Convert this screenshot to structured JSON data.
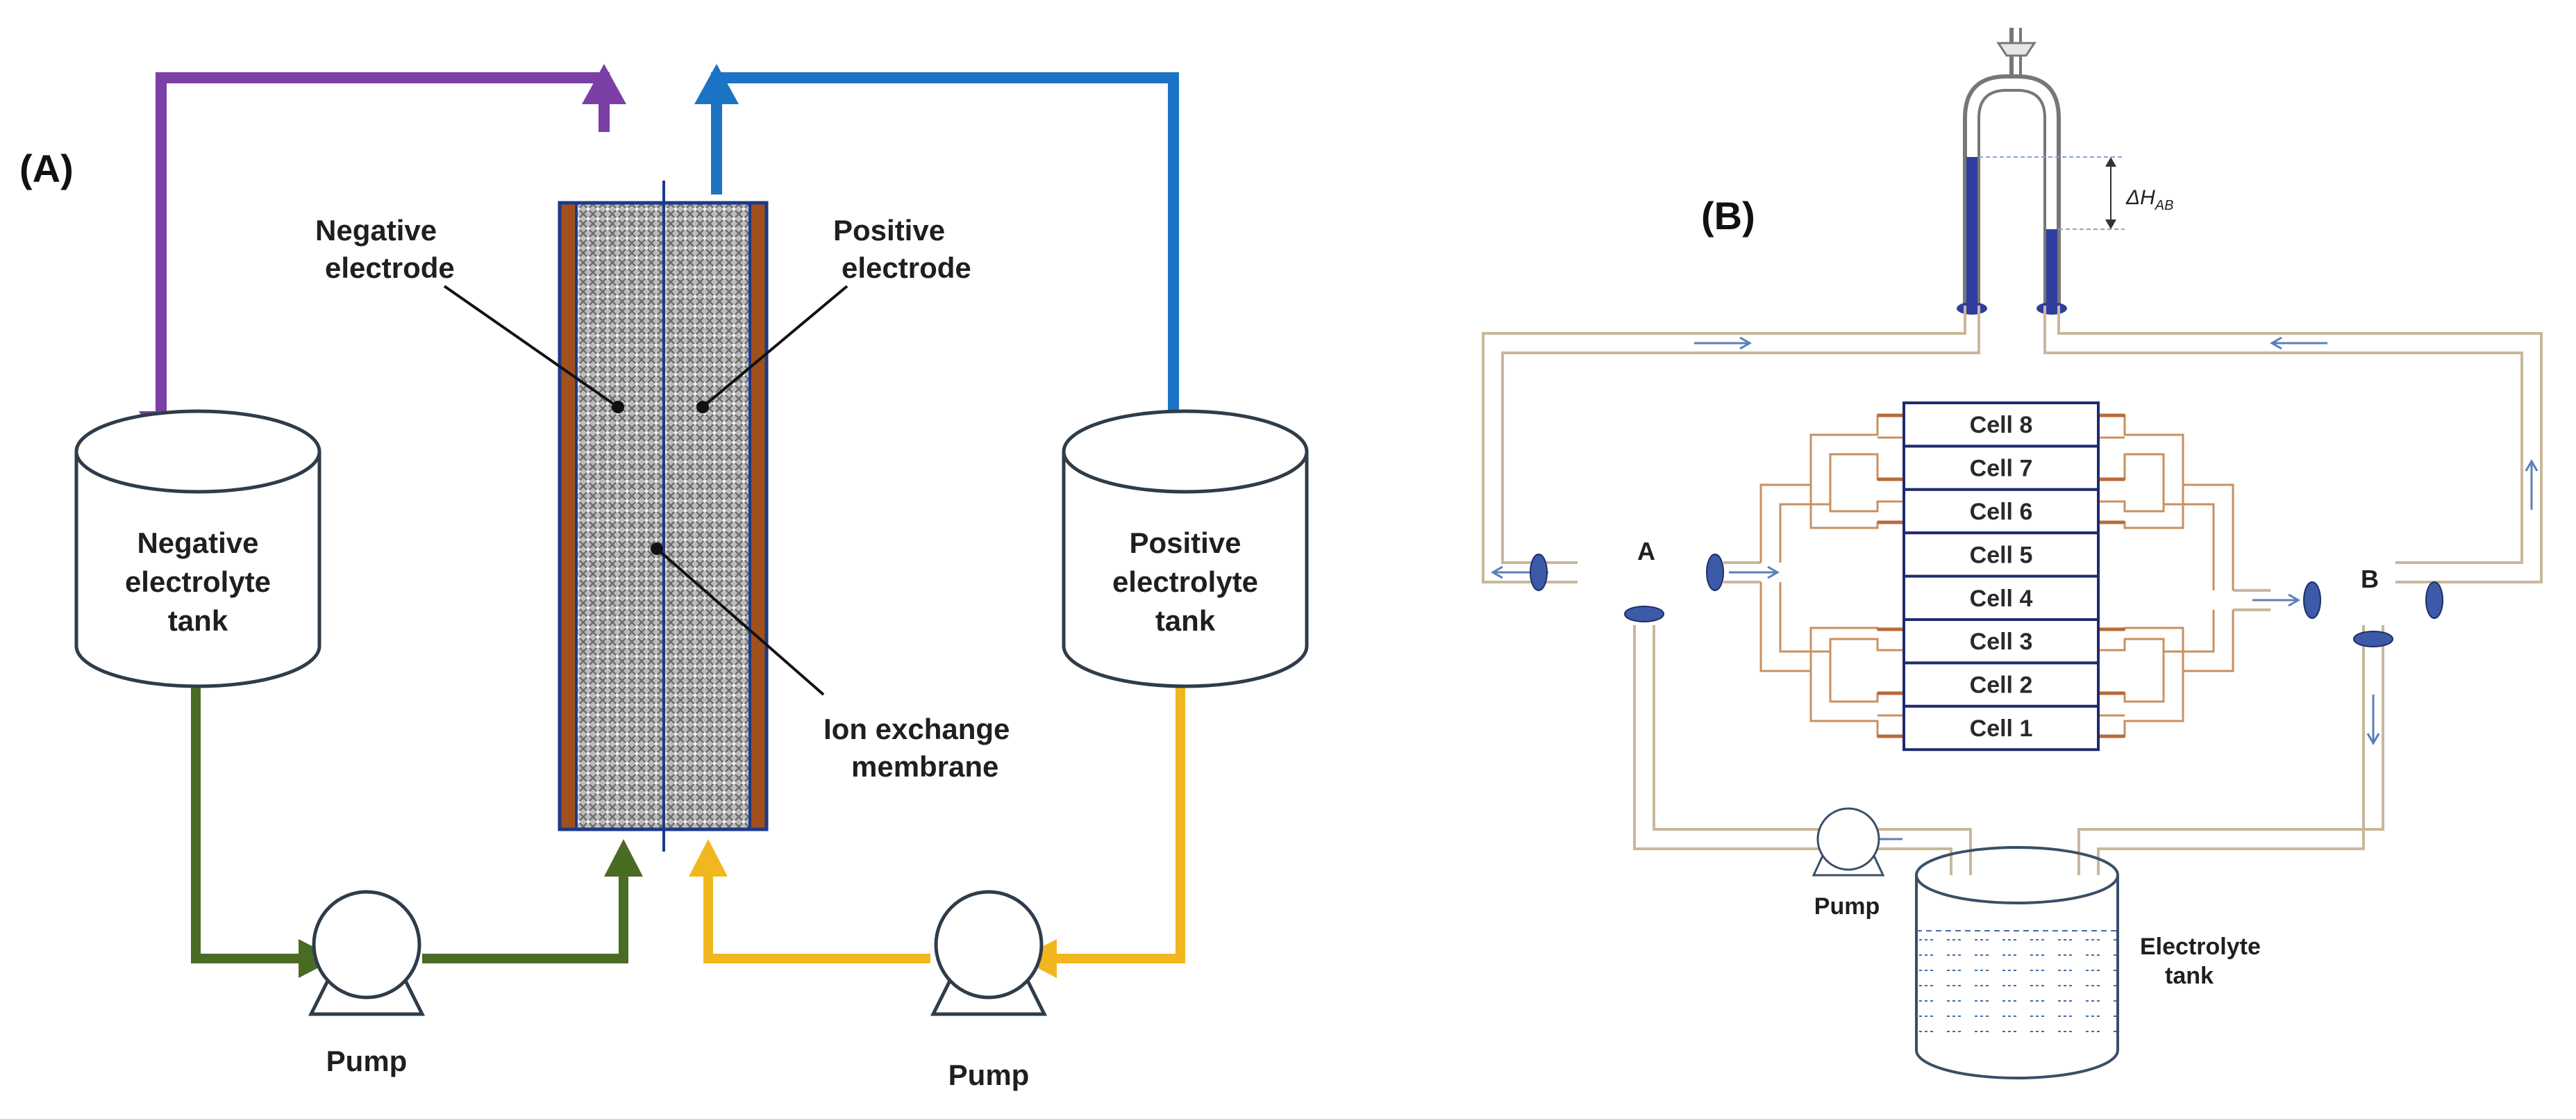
{
  "panel_a": {
    "label": "(A)",
    "negative_electrode": [
      "Negative",
      "electrode"
    ],
    "positive_electrode": [
      "Positive",
      "electrode"
    ],
    "negative_tank": [
      "Negative",
      "electrolyte",
      "tank"
    ],
    "positive_tank": [
      "Positive",
      "electrolyte",
      "tank"
    ],
    "membrane": [
      "Ion exchange",
      "membrane"
    ],
    "pump_left": "Pump",
    "pump_right": "Pump"
  },
  "panel_b": {
    "label": "(B)",
    "delta_h": "ΔH",
    "delta_h_sub": "AB",
    "point_a": "A",
    "point_b": "B",
    "cells": [
      "Cell 8",
      "Cell 7",
      "Cell 6",
      "Cell 5",
      "Cell 4",
      "Cell 3",
      "Cell 2",
      "Cell 1"
    ],
    "pump": "Pump",
    "tank": [
      "Electrolyte",
      "tank"
    ]
  },
  "colors": {
    "negative_flow": "#7b3fa6",
    "positive_flow": "#1a73c4",
    "return_negative": "#4a6b24",
    "return_positive": "#f2b71f",
    "electrode": "#a0501c",
    "membrane_line": "#1c3a8a",
    "pipe": "#c8b89a",
    "pipe_copper": "#b86a38",
    "cell_border": "#1f2a6e",
    "valve": "#3d5aa8",
    "manometer_fluid": "#2f3e9e"
  }
}
